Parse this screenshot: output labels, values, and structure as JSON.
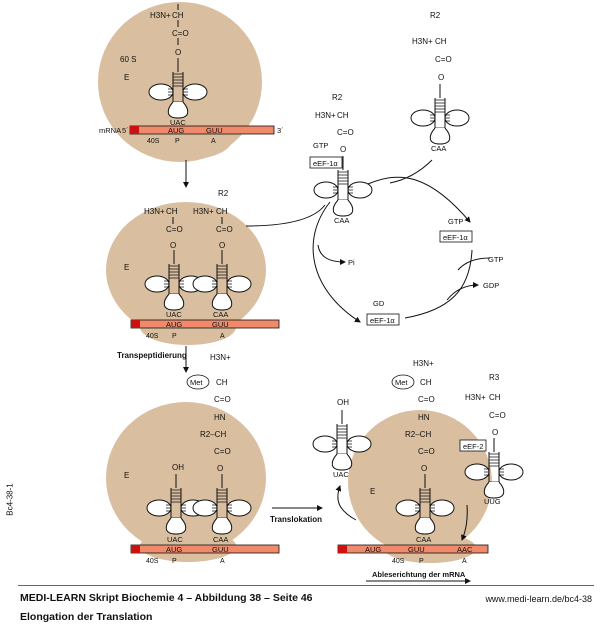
{
  "side_code": "Bc4-38-1",
  "labels": {
    "h3n": "H3N+",
    "ch": "CH",
    "c_o": "C=O",
    "o": "O",
    "r2": "R2",
    "r3": "R3",
    "ribo_60s": "60 S",
    "ribo_40s": "40S",
    "site_e": "E",
    "site_p": "P",
    "site_a": "A",
    "mrna": "mRNA",
    "five": "5´",
    "three": "3´",
    "uac": "UAC",
    "caa": "CAA",
    "uug": "UUG",
    "aug": "AUG",
    "guu": "GUU",
    "aac": "AAC",
    "gtp": "GTP",
    "gdp": "GDP",
    "gd": "GD",
    "pi": "Pi",
    "eef1a": "eEF-1α",
    "eef2": "eEF-2",
    "met": "Met",
    "hn": "HN",
    "oh": "OH",
    "r2_ch": "R2–CH",
    "transpeptidierung": "Transpeptidierung",
    "translokation": "Translokation",
    "ableserichtung": "Ableserichtung der mRNA"
  },
  "colors": {
    "ribosome": "#d9bfa0",
    "mrna_fill": "#f08a6a",
    "mrna_cap": "#cc1111",
    "rule": "#3a6fb0"
  },
  "footer": {
    "title": "MEDI-LEARN Skript Biochemie 4 – Abbildung 38 – Seite 46",
    "subtitle": "Elongation der Translation",
    "url": "www.medi-learn.de/bc4-38"
  }
}
